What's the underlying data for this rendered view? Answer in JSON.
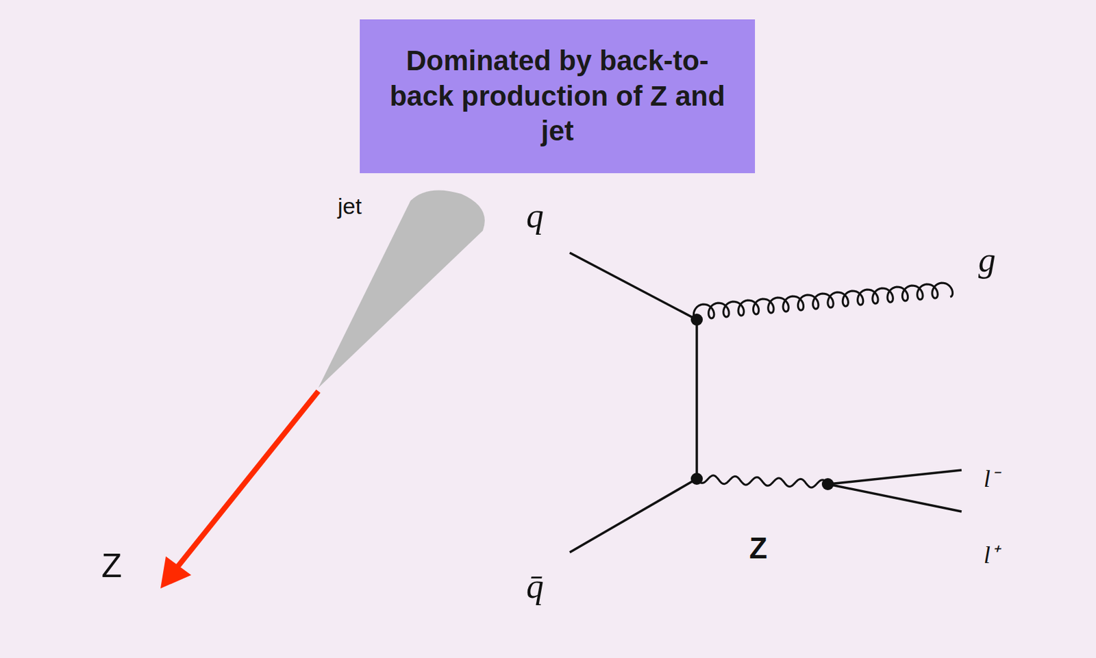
{
  "diagram": {
    "nodes": [
      {
        "text": [
          "Dominated by back-to-back production of Z and jet"
        ]
      }
    ],
    "labels": [
      "jet",
      "Z",
      "q",
      "g",
      "l⁻",
      "l⁺",
      "Z",
      "q̄"
    ]
  }
}
